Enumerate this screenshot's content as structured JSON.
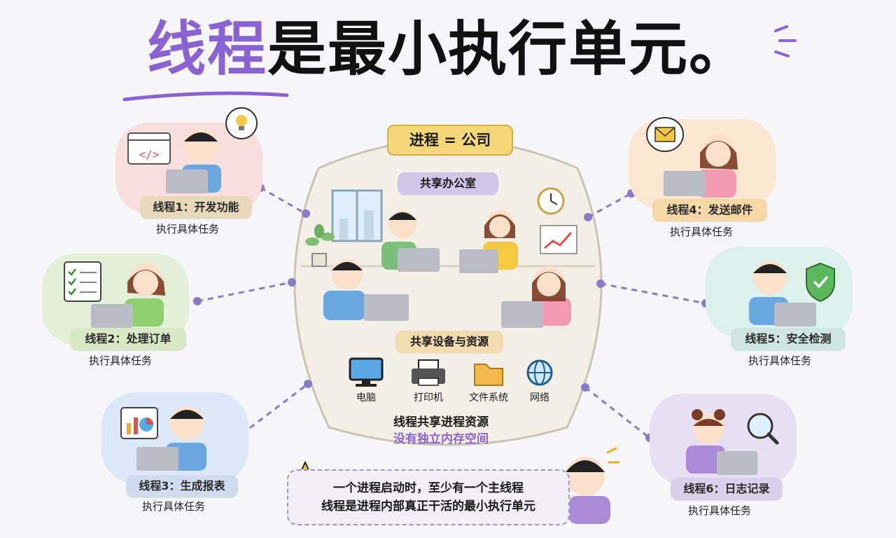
{
  "title": {
    "highlight": "线程",
    "rest": "是最小执行单元。"
  },
  "process": {
    "label": "进程 = 公司",
    "office_label": "共享办公室",
    "resources_label": "共享设备与资源",
    "devices": [
      {
        "label": "电脑",
        "icon": "monitor-icon"
      },
      {
        "label": "打印机",
        "icon": "printer-icon"
      },
      {
        "label": "文件系统",
        "icon": "folder-icon"
      },
      {
        "label": "网络",
        "icon": "globe-icon"
      }
    ],
    "shared_text": "线程共享进程资源",
    "no_memory_text": "没有独立内存空间"
  },
  "threads": [
    {
      "name": "线程1：开发功能",
      "caption": "执行具体任务",
      "icon": "code-window-icon"
    },
    {
      "name": "线程2：处理订单",
      "caption": "执行具体任务",
      "icon": "checklist-icon"
    },
    {
      "name": "线程3：生成报表",
      "caption": "执行具体任务",
      "icon": "report-chart-icon"
    },
    {
      "name": "线程4：发送邮件",
      "caption": "执行具体任务",
      "icon": "envelope-icon"
    },
    {
      "name": "线程5：安全检测",
      "caption": "执行具体任务",
      "icon": "shield-check-icon"
    },
    {
      "name": "线程6：日志记录",
      "caption": "执行具体任务",
      "icon": "magnifier-icon"
    }
  ],
  "note": {
    "line1": "一个进程启动时，至少有一个主线程",
    "line2": "线程是进程内部真正干活的最小执行单元"
  },
  "colors": {
    "accent": "#8a63d2",
    "thread_pill": "#e6d8b8",
    "process_pill": "#f5d77a",
    "office_pill": "#cfc6e8",
    "resources_pill": "#f0dcae",
    "connector": "#8a7cc4"
  }
}
